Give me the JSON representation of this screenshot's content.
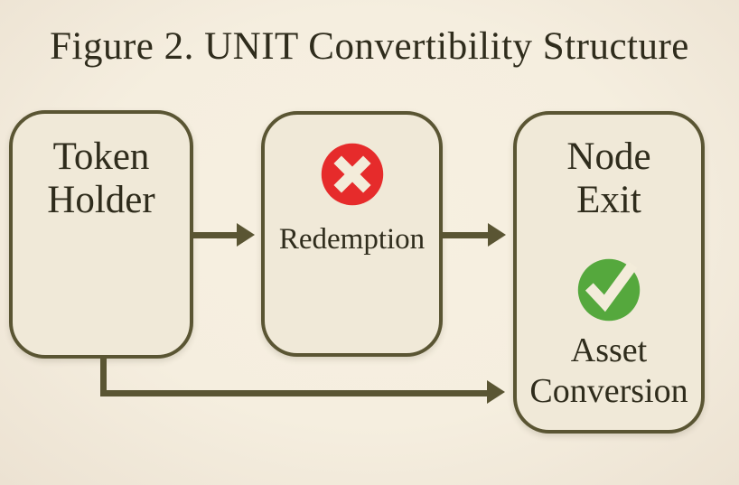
{
  "figure": {
    "title": "Figure 2. UNIT Convertibility Structure"
  },
  "nodes": {
    "token_holder": {
      "line1": "Token",
      "line2": "Holder"
    },
    "redemption": {
      "label": "Redemption",
      "icon": "x-circle-icon",
      "status": "blocked",
      "status_color": "#e62b2b"
    },
    "node_exit": {
      "line1": "Node",
      "line2": "Exit",
      "icon": "check-circle-icon",
      "status": "allowed",
      "status_color": "#55a83d",
      "line3": "Asset",
      "line4": "Conversion"
    }
  },
  "connections": [
    {
      "from": "token_holder",
      "to": "redemption",
      "route": "middle"
    },
    {
      "from": "redemption",
      "to": "node_exit",
      "route": "middle"
    },
    {
      "from": "token_holder",
      "to": "node_exit",
      "route": "bottom"
    }
  ],
  "colors": {
    "background": "#f5eedf",
    "background_edge": "#ece2d2",
    "box_fill": "#f0e9d8",
    "stroke": "#5a5533",
    "text": "#2f2c1c",
    "error_red": "#e62b2b",
    "success_green": "#55a83d",
    "icon_glyph": "#f3ecda"
  }
}
